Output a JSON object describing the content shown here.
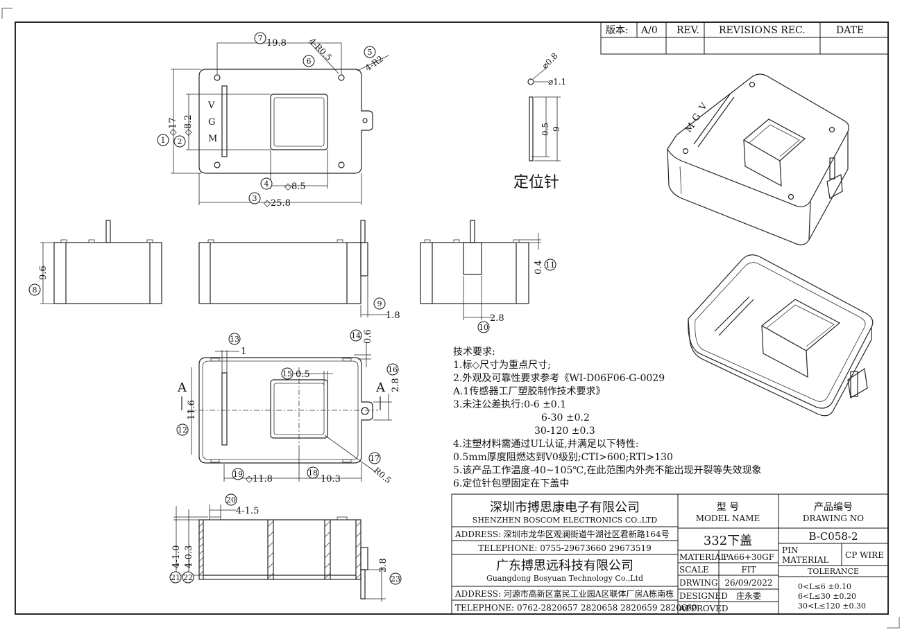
{
  "revision_block": {
    "version_label": "版本:",
    "version_value": "A/0",
    "rev_label": "REV.",
    "revisions_label": "REVISIONS REC.",
    "date_label": "DATE"
  },
  "dimensions": {
    "d7": "19.8",
    "d6": "4-R0.5",
    "d5": "4-R2",
    "d1": "◇17",
    "d2": "◇8.2",
    "d4": "◇8.5",
    "d3": "◇25.8",
    "pin_d1": "⌀0.8",
    "pin_d2": "⌀1.1",
    "pin_len1": "0.5",
    "pin_len2": "9",
    "d8": "9.6",
    "d9": "1.8",
    "d10": "2.8",
    "d11": "0.4",
    "d12": "11.6",
    "d13": "1",
    "d14": "0.6",
    "d15": "0.5",
    "d16": "2.8",
    "d17": "R0.5",
    "d18": "10.3",
    "d19": "◇11.8",
    "d20": "4-1.5",
    "d21": "4-1.0",
    "d22": "4-0.3",
    "d23": "3.8",
    "section_a": "A"
  },
  "balloons": [
    "1",
    "2",
    "3",
    "4",
    "5",
    "6",
    "7",
    "8",
    "9",
    "10",
    "11",
    "12",
    "13",
    "14",
    "15",
    "16",
    "17",
    "18",
    "19",
    "20",
    "21",
    "22",
    "23"
  ],
  "marking": {
    "v": "V",
    "g": "G",
    "m": "M"
  },
  "pin_title": "定位针",
  "notes": [
    "技术要求:",
    "1.标◇尺寸为重点尺寸;",
    "2.外观及可靠性要求参考《WI-D06F06-G-0029",
    "A.1传感器工厂塑胶制作技术要求》",
    "3.未注公差执行:0-6 ±0.1",
    "6-30 ±0.2",
    "30-120 ±0.3",
    "4.注塑材料需通过UL认证,并满足以下特性:",
    "0.5mm厚度阻燃达到V0级别;CTI>600;RTI>130",
    "5.该产品工作温度-40~105℃,在此范围内外壳不能出现开裂等失效现象",
    "6.定位针包塑固定在下盖中"
  ],
  "title_block": {
    "company1_cn": "深圳市搏思康电子有限公司",
    "company1_en": "SHENZHEN BOSCOM ELECTRONICS CO.,LTD",
    "address1": "ADDRESS: 深圳市龙华区观澜街道牛湖社区君新路164号",
    "telephone1": "TELEPHONE: 0755-29673660 29673519",
    "company2_cn": "广东搏思远科技有限公司",
    "company2_en": "Guangdong Bosyuan Technology Co.,Ltd",
    "address2": "ADDRESS: 河源市高新区富民工业园A区联体厂房A栋南栋",
    "telephone2": "TELEPHONE: 0762-2820657 2820658 2820659 2820660",
    "model_cn": "型 号",
    "model_en": "MODEL NAME",
    "model_value": "332下盖",
    "drawing_cn": "产品编号",
    "drawing_en": "DRAWING NO",
    "drawing_value": "B-C058-2",
    "material_label": "MATERIAL",
    "material_value": "PA66+30GF",
    "pin_material_label_1": "PIN",
    "pin_material_label_2": "MATERIAL",
    "pin_material_value": "CP WIRE",
    "scale_label": "SCALE",
    "scale_value": "FIT",
    "tolerance_label": "TOLERANCE",
    "drwing_label": "DRWING",
    "drwing_value": "26/09/2022",
    "designed_label": "DESIGNED",
    "designed_value": "庄永委",
    "approved_label": "APPROVED",
    "tol1": "0<L≤6 ±0.10",
    "tol2": "6<L≤30 ±0.20",
    "tol3": "30<L≤120 ±0.30"
  }
}
